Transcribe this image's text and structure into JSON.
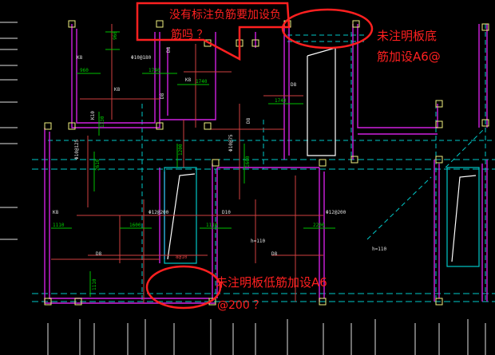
{
  "colors": {
    "background": "#000000",
    "wall": "#d020e0",
    "beam": "#00c8c8",
    "column": "#f0f080",
    "rebar": "#ffffff",
    "leader": "#e04040",
    "dim": "#00c000",
    "annotation": "#ff2020"
  },
  "annotations": {
    "top_question_line1": "没有标注负筋要加设负",
    "top_question_line2": "筋吗 ？",
    "right_note_line1": "未注明板底",
    "right_note_line2": "筋加设A6@",
    "bottom_note_line1": "未注明板低筋加设A6",
    "bottom_note_line2": "@200 ？"
  },
  "drawing_labels": {
    "k8_a": "K8",
    "k8_b": "K8",
    "k8_c": "K8",
    "k8_d": "K8",
    "k10": "K10",
    "d8_a": "D8",
    "d8_b": "D8",
    "d8_c": "D8",
    "d8_d": "D8",
    "d8_e": "D8",
    "d8_f": "D8",
    "d10": "D10",
    "rebar_top": "Φ10@180",
    "rebar_mid": "Φ12@200",
    "rebar_right": "Φ12@200",
    "rebar_left_vert": "Φ10@125",
    "rebar_center_vert": "Φ10@75",
    "slab_h_center": "h=110",
    "slab_h_right": "h=110",
    "small_mark": "8@10",
    "dim_960": "960",
    "dim_1740_a": "1740",
    "dim_1740_b": "1740",
    "dim_1740_c": "1740",
    "dim_1110_a": "1110",
    "dim_1600": "1600",
    "dim_1110_b": "1110",
    "dim_2200": "2200",
    "dim_1200": "1200",
    "dim_1600_v": "1600",
    "dim_2610": "2610",
    "dim_1330": "1330",
    "dim_1110_v": "1110"
  }
}
